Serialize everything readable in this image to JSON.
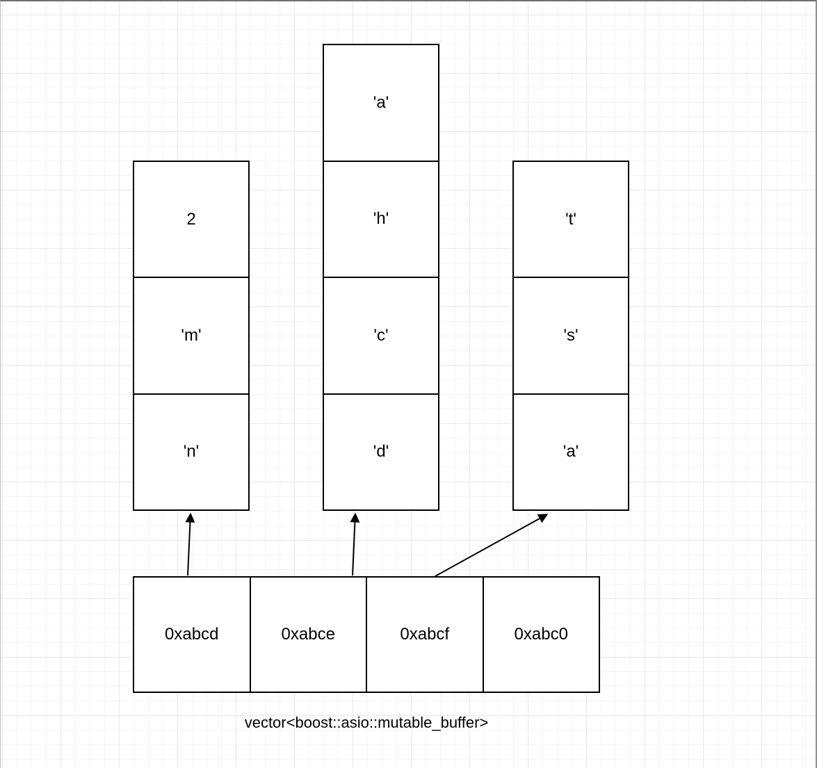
{
  "diagram": {
    "buffers": [
      {
        "id": "buffer-1",
        "cells": [
          "2",
          "'m'",
          "'n'"
        ]
      },
      {
        "id": "buffer-2",
        "cells": [
          "'a'",
          "'h'",
          "'c'",
          "'d'"
        ]
      },
      {
        "id": "buffer-3",
        "cells": [
          "'t'",
          "'s'",
          "'a'"
        ]
      }
    ],
    "pointer_vector": {
      "label": "vector<boost::asio::mutable_buffer>",
      "cells": [
        "0xabcd",
        "0xabce",
        "0xabcf",
        "0xabc0"
      ]
    },
    "arrows": [
      {
        "from": "0xabcd",
        "to": "buffer-1"
      },
      {
        "from": "0xabce",
        "to": "buffer-2"
      },
      {
        "from": "0xabcf",
        "to": "buffer-3"
      }
    ],
    "colors": {
      "shape_stroke": "#000000",
      "shape_fill": "#ffffff",
      "canvas_background": "#ffffff",
      "grid_minor": "#f5f4f4",
      "grid_major": "#e8e8e8",
      "frame_top": "#6e6e6e",
      "frame_side": "#8f8f8f"
    }
  }
}
